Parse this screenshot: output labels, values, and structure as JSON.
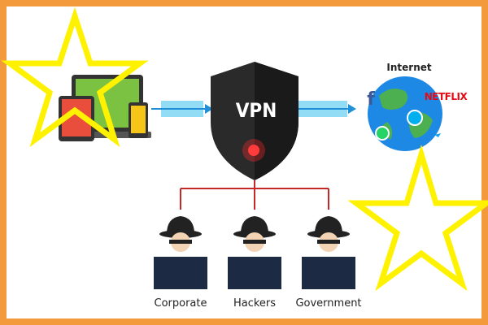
{
  "diagram": {
    "center_label": "VPN",
    "internet_label": "Internet",
    "brand_labels": {
      "facebook": "f",
      "netflix": "NETFLIX"
    },
    "threats": [
      {
        "label": "Corporate"
      },
      {
        "label": "Hackers"
      },
      {
        "label": "Government"
      }
    ]
  },
  "colors": {
    "frame": "#f39a3c",
    "star": "#fff200",
    "arrow": "#7fd6f5",
    "shield": "#2a2a2a",
    "line": "#c62828",
    "device_green": "#7cc242",
    "device_red": "#e94e3c",
    "device_yellow": "#f5c518",
    "globe_blue": "#1e88e5",
    "globe_green": "#4caf50"
  },
  "icons": [
    "laptop-icon",
    "tablet-icon",
    "phone-icon",
    "shield-icon",
    "globe-icon",
    "hacker-icon",
    "star-icon"
  ]
}
